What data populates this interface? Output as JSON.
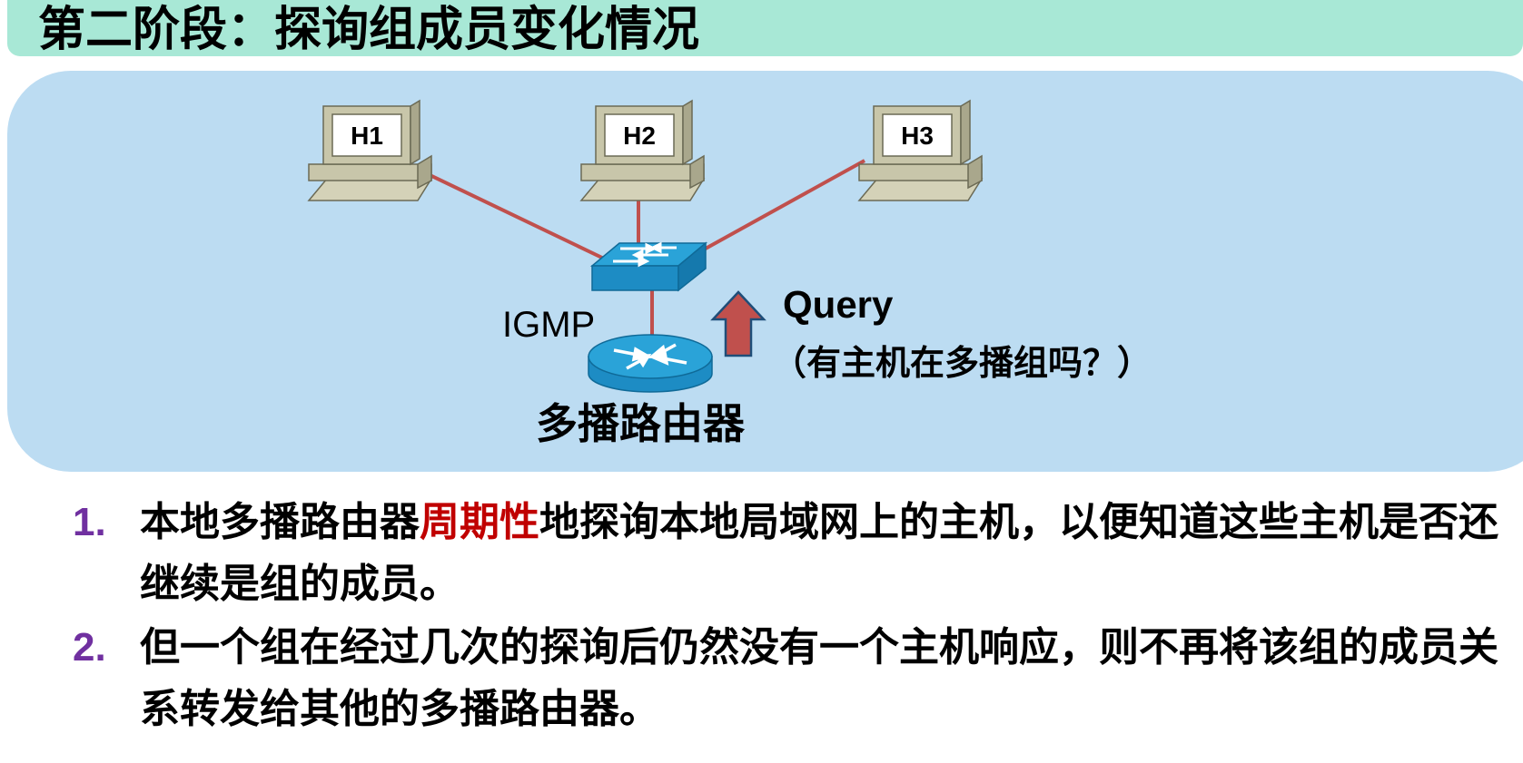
{
  "title": "第二阶段：探询组成员变化情况",
  "diagram": {
    "hosts": [
      {
        "label": "H1"
      },
      {
        "label": "H2"
      },
      {
        "label": "H3"
      }
    ],
    "igmp_label": "IGMP",
    "query_label": "Query",
    "query_note": "（有主机在多播组吗？）",
    "router_label": "多播路由器"
  },
  "bullets": [
    {
      "number": "1.",
      "before": "本地多播路由器",
      "highlight": "周期性",
      "after": "地探询本地局域网上的主机，以便知道这些主机是否还继续是组的成员。"
    },
    {
      "number": "2.",
      "before": "但一个组在经过几次的探询后仍然没有一个主机响应，则不再将该组的成员关系转发给其他的多播路由器。",
      "highlight": "",
      "after": ""
    }
  ],
  "colors": {
    "title_bg": "#a8e8d6",
    "panel_bg": "#bcdcf2",
    "link": "#c0504d",
    "number": "#7030a0",
    "highlight": "#c00000",
    "arrow": "#c0504d"
  }
}
